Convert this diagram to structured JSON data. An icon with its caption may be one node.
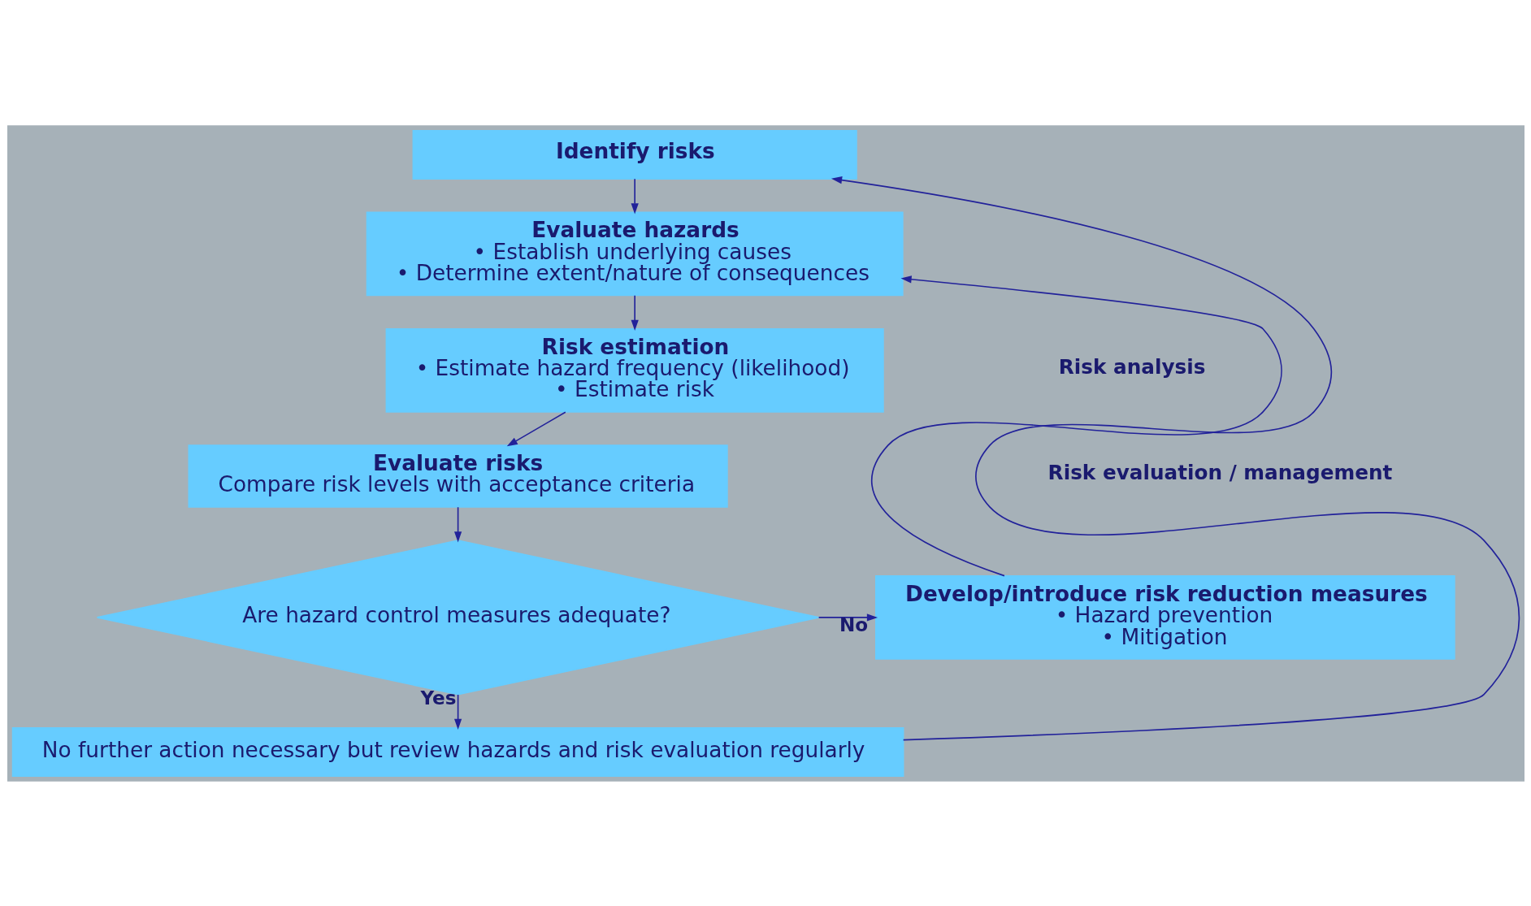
{
  "diagram": {
    "nodes": [
      {
        "text": [
          "Identify risks"
        ]
      },
      {
        "text": [
          "Evaluate hazards",
          "• Establish underlying causes",
          "• Determine extent/nature of consequences"
        ]
      },
      {
        "text": [
          "Risk estimation",
          "• Estimate hazard frequency (likelihood)",
          "• Estimate risk"
        ]
      },
      {
        "text": [
          "Evaluate risks",
          "Compare risk levels with acceptance criteria"
        ]
      },
      {
        "text": [
          "Are hazard control measures adequate?"
        ]
      },
      {
        "text": [
          "Develop/introduce risk reduction measures",
          "• Hazard prevention",
          "• Mitigation"
        ]
      },
      {
        "text": [
          "No further action necessary but review hazards and risk evaluation regularly"
        ]
      }
    ],
    "edges": [
      {
        "from": 0,
        "to": 1,
        "arrow": "to"
      },
      {
        "from": 1,
        "to": 2,
        "arrow": "to"
      },
      {
        "from": 2,
        "to": 3,
        "arrow": "to"
      },
      {
        "from": 3,
        "to": 4,
        "arrow": "to"
      },
      {
        "from": 4,
        "to": 5,
        "arrow": "to",
        "label": "No"
      },
      {
        "from": 5,
        "to": 1,
        "arrow": "to"
      },
      {
        "from": 4,
        "to": 6,
        "arrow": "to",
        "label": "Yes"
      },
      {
        "from": 6,
        "to": 0,
        "arrow": "to"
      }
    ],
    "labels": [
      "Risk analysis",
      "Risk evaluation / management"
    ]
  }
}
